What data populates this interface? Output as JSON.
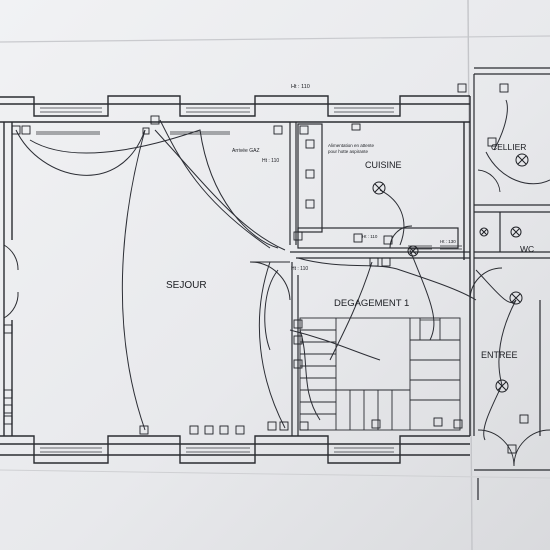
{
  "plan": {
    "ceiling_height_top": "Ht : 110",
    "ceiling_height_kitchen": "Ht : 110",
    "ceiling_height_hall": "Ht : 110",
    "ceiling_height_kitchen_counter": "Ht : 110",
    "ceiling_height_small": "Ht : 130",
    "gas_note": "Arrivée GAZ",
    "supply_note_line1": "Alimentation en attente",
    "supply_note_line2": "pour hotte aspirante",
    "rooms": {
      "sejour": "SEJOUR",
      "cuisine": "CUISINE",
      "degagement": "DEGAGEMENT 1",
      "entree": "ENTREE",
      "cellier": "CELLIER",
      "wc": "WC"
    }
  }
}
